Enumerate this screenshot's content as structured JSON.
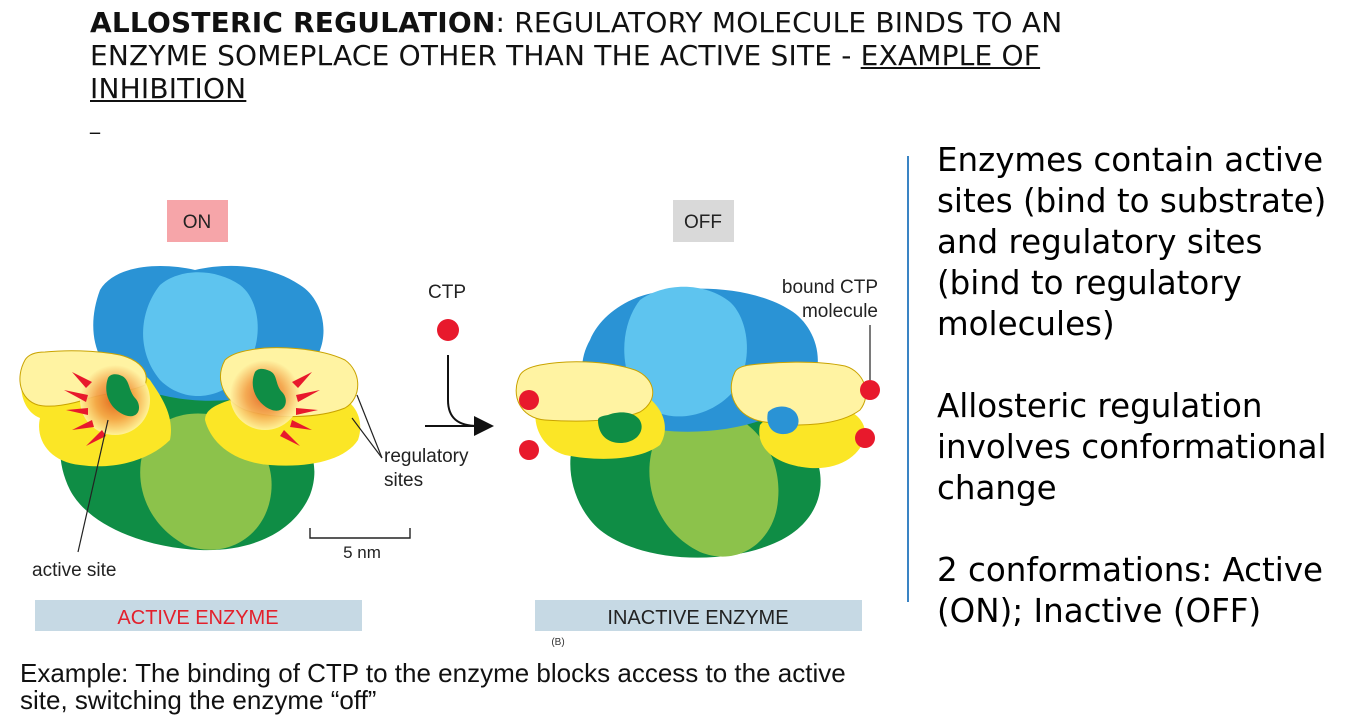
{
  "title": {
    "bold": "ALLOSTERIC REGULATION",
    "normal": ": REGULATORY MOLECULE BINDS TO AN ENZYME SOMEPLACE OTHER THAN THE ACTIVE SITE - ",
    "underlined": "EXAMPLE OF INHIBITION"
  },
  "dash": "_",
  "figure": {
    "on_label": "ON",
    "off_label": "OFF",
    "ctp_label": "CTP",
    "bound_ctp_line1": "bound CTP",
    "bound_ctp_line2": "molecule",
    "regulatory_line1": "regulatory",
    "regulatory_line2": "sites",
    "active_site_label": "active site",
    "scale_label": "5 nm",
    "active_enzyme_label": "ACTIVE ENZYME",
    "inactive_enzyme_label": "INACTIVE ENZYME",
    "panel_letter": "(B)",
    "colors": {
      "on_box": "#f6a5a9",
      "off_box": "#d9d9d9",
      "banner": "#c6d9e4",
      "active_text": "#e3202c",
      "ctp_dot": "#e8192c",
      "dark_blue": "#2a93d5",
      "light_blue": "#5ec4ef",
      "dark_green": "#0f8d45",
      "light_green": "#8cc24b",
      "yellow": "#fbe626",
      "light_yellow": "#fff3a2"
    }
  },
  "points": [
    "Enzymes contain active sites (bind to substrate) and regulatory sites (bind to regulatory molecules)",
    "Allosteric regulation involves conformational change",
    "2 conformations: Active (ON);  Inactive (OFF)"
  ],
  "caption": "Example: The binding of CTP to the enzyme blocks access to the active site, switching the enzyme “off”"
}
